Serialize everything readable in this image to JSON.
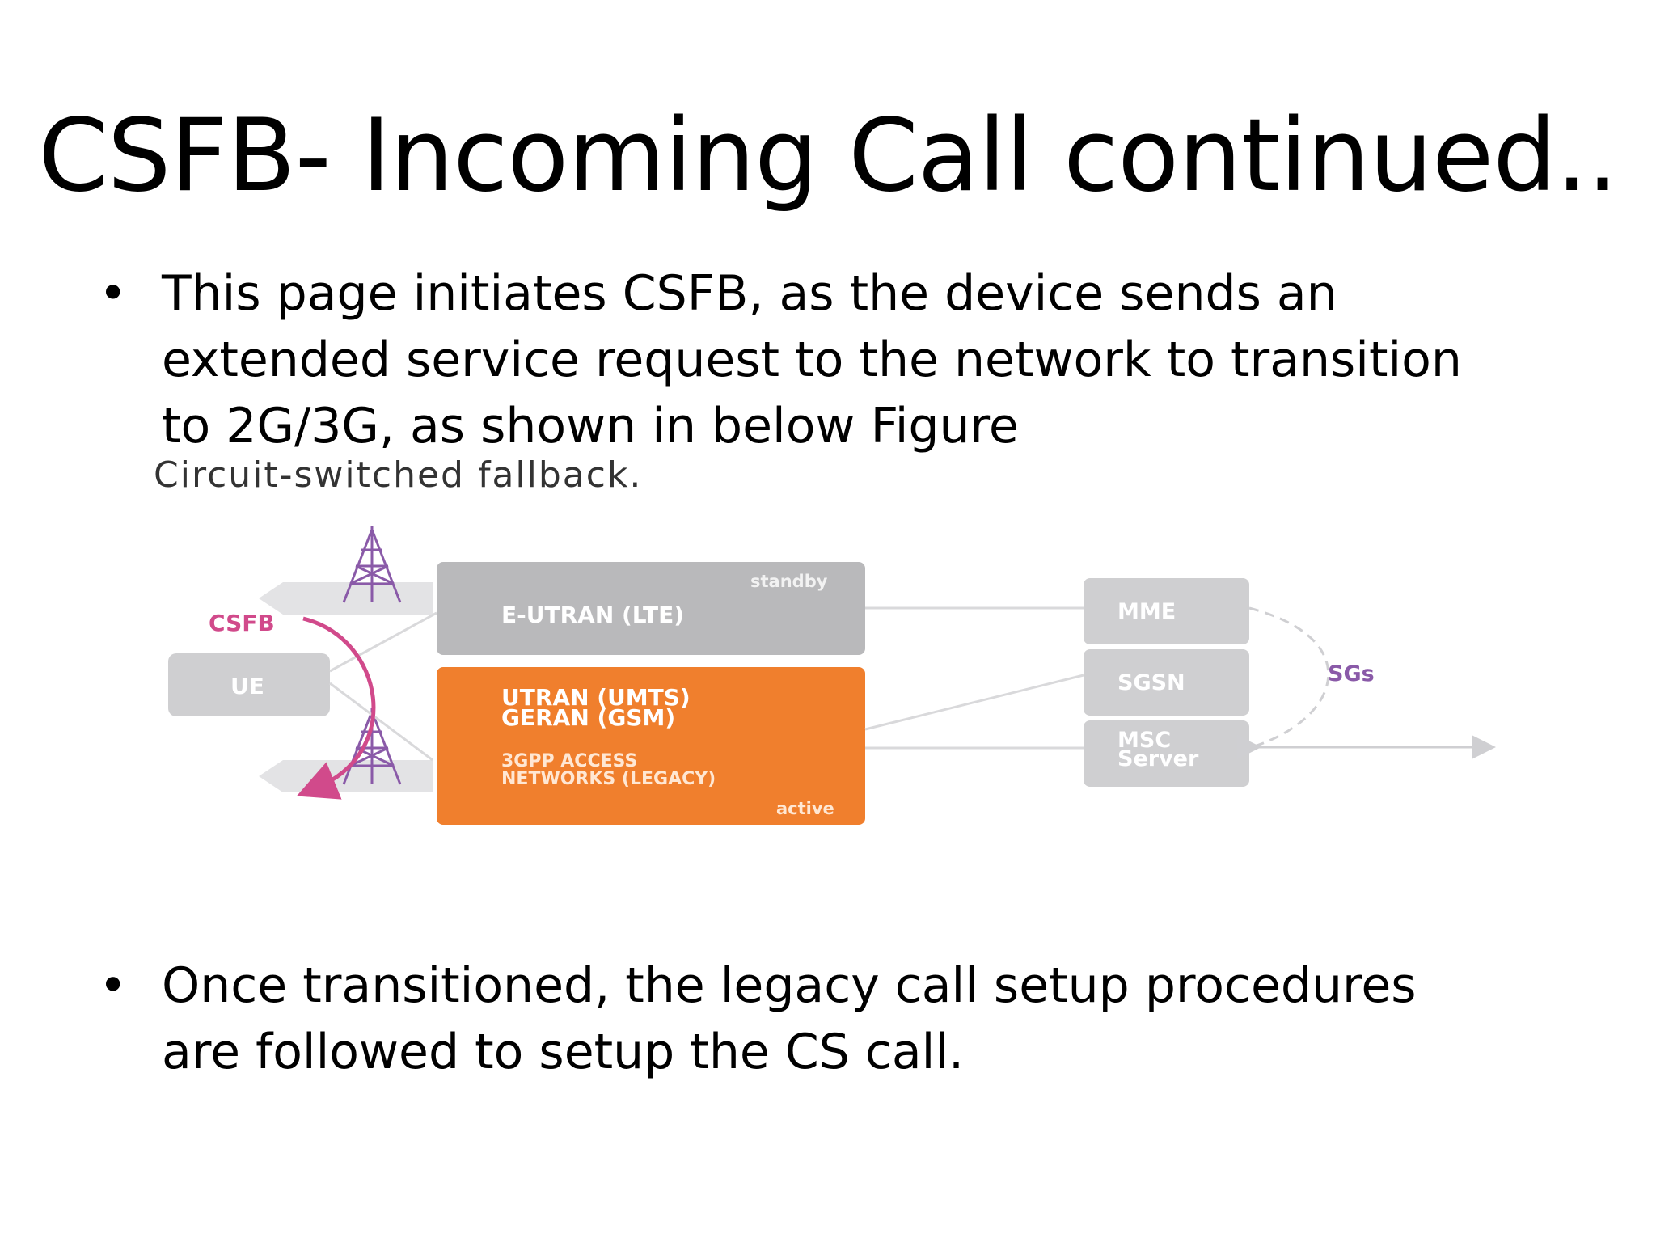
{
  "slide": {
    "title": "CSFB- Incoming Call continued..",
    "bullets": [
      "This page initiates CSFB, as the device sends an extended service request to the network to transition to 2G/3G, as shown in below Figure",
      "Once transitioned, the legacy call setup procedures are followed to setup the CS call."
    ],
    "bullet_symbol": "•"
  },
  "figure": {
    "caption": "Circuit-switched fallback.",
    "labels": {
      "csfb": "CSFB",
      "ue": "UE",
      "eutran": "E-UTRAN (LTE)",
      "standby": "standby",
      "utran": "UTRAN (UMTS)",
      "geran": "GERAN (GSM)",
      "legacy1": "3GPP ACCESS",
      "legacy2": "NETWORKS (LEGACY)",
      "active": "active",
      "mme": "MME",
      "sgsn": "SGSN",
      "msc1": "MSC",
      "msc2": "Server",
      "sgs": "SGs"
    },
    "colors": {
      "orange": "#f07f2d",
      "gray_box": "#b9b9bb",
      "light_gray": "#d6d6d8",
      "magenta": "#d14a8b",
      "tower": "#8a5aa8"
    }
  }
}
